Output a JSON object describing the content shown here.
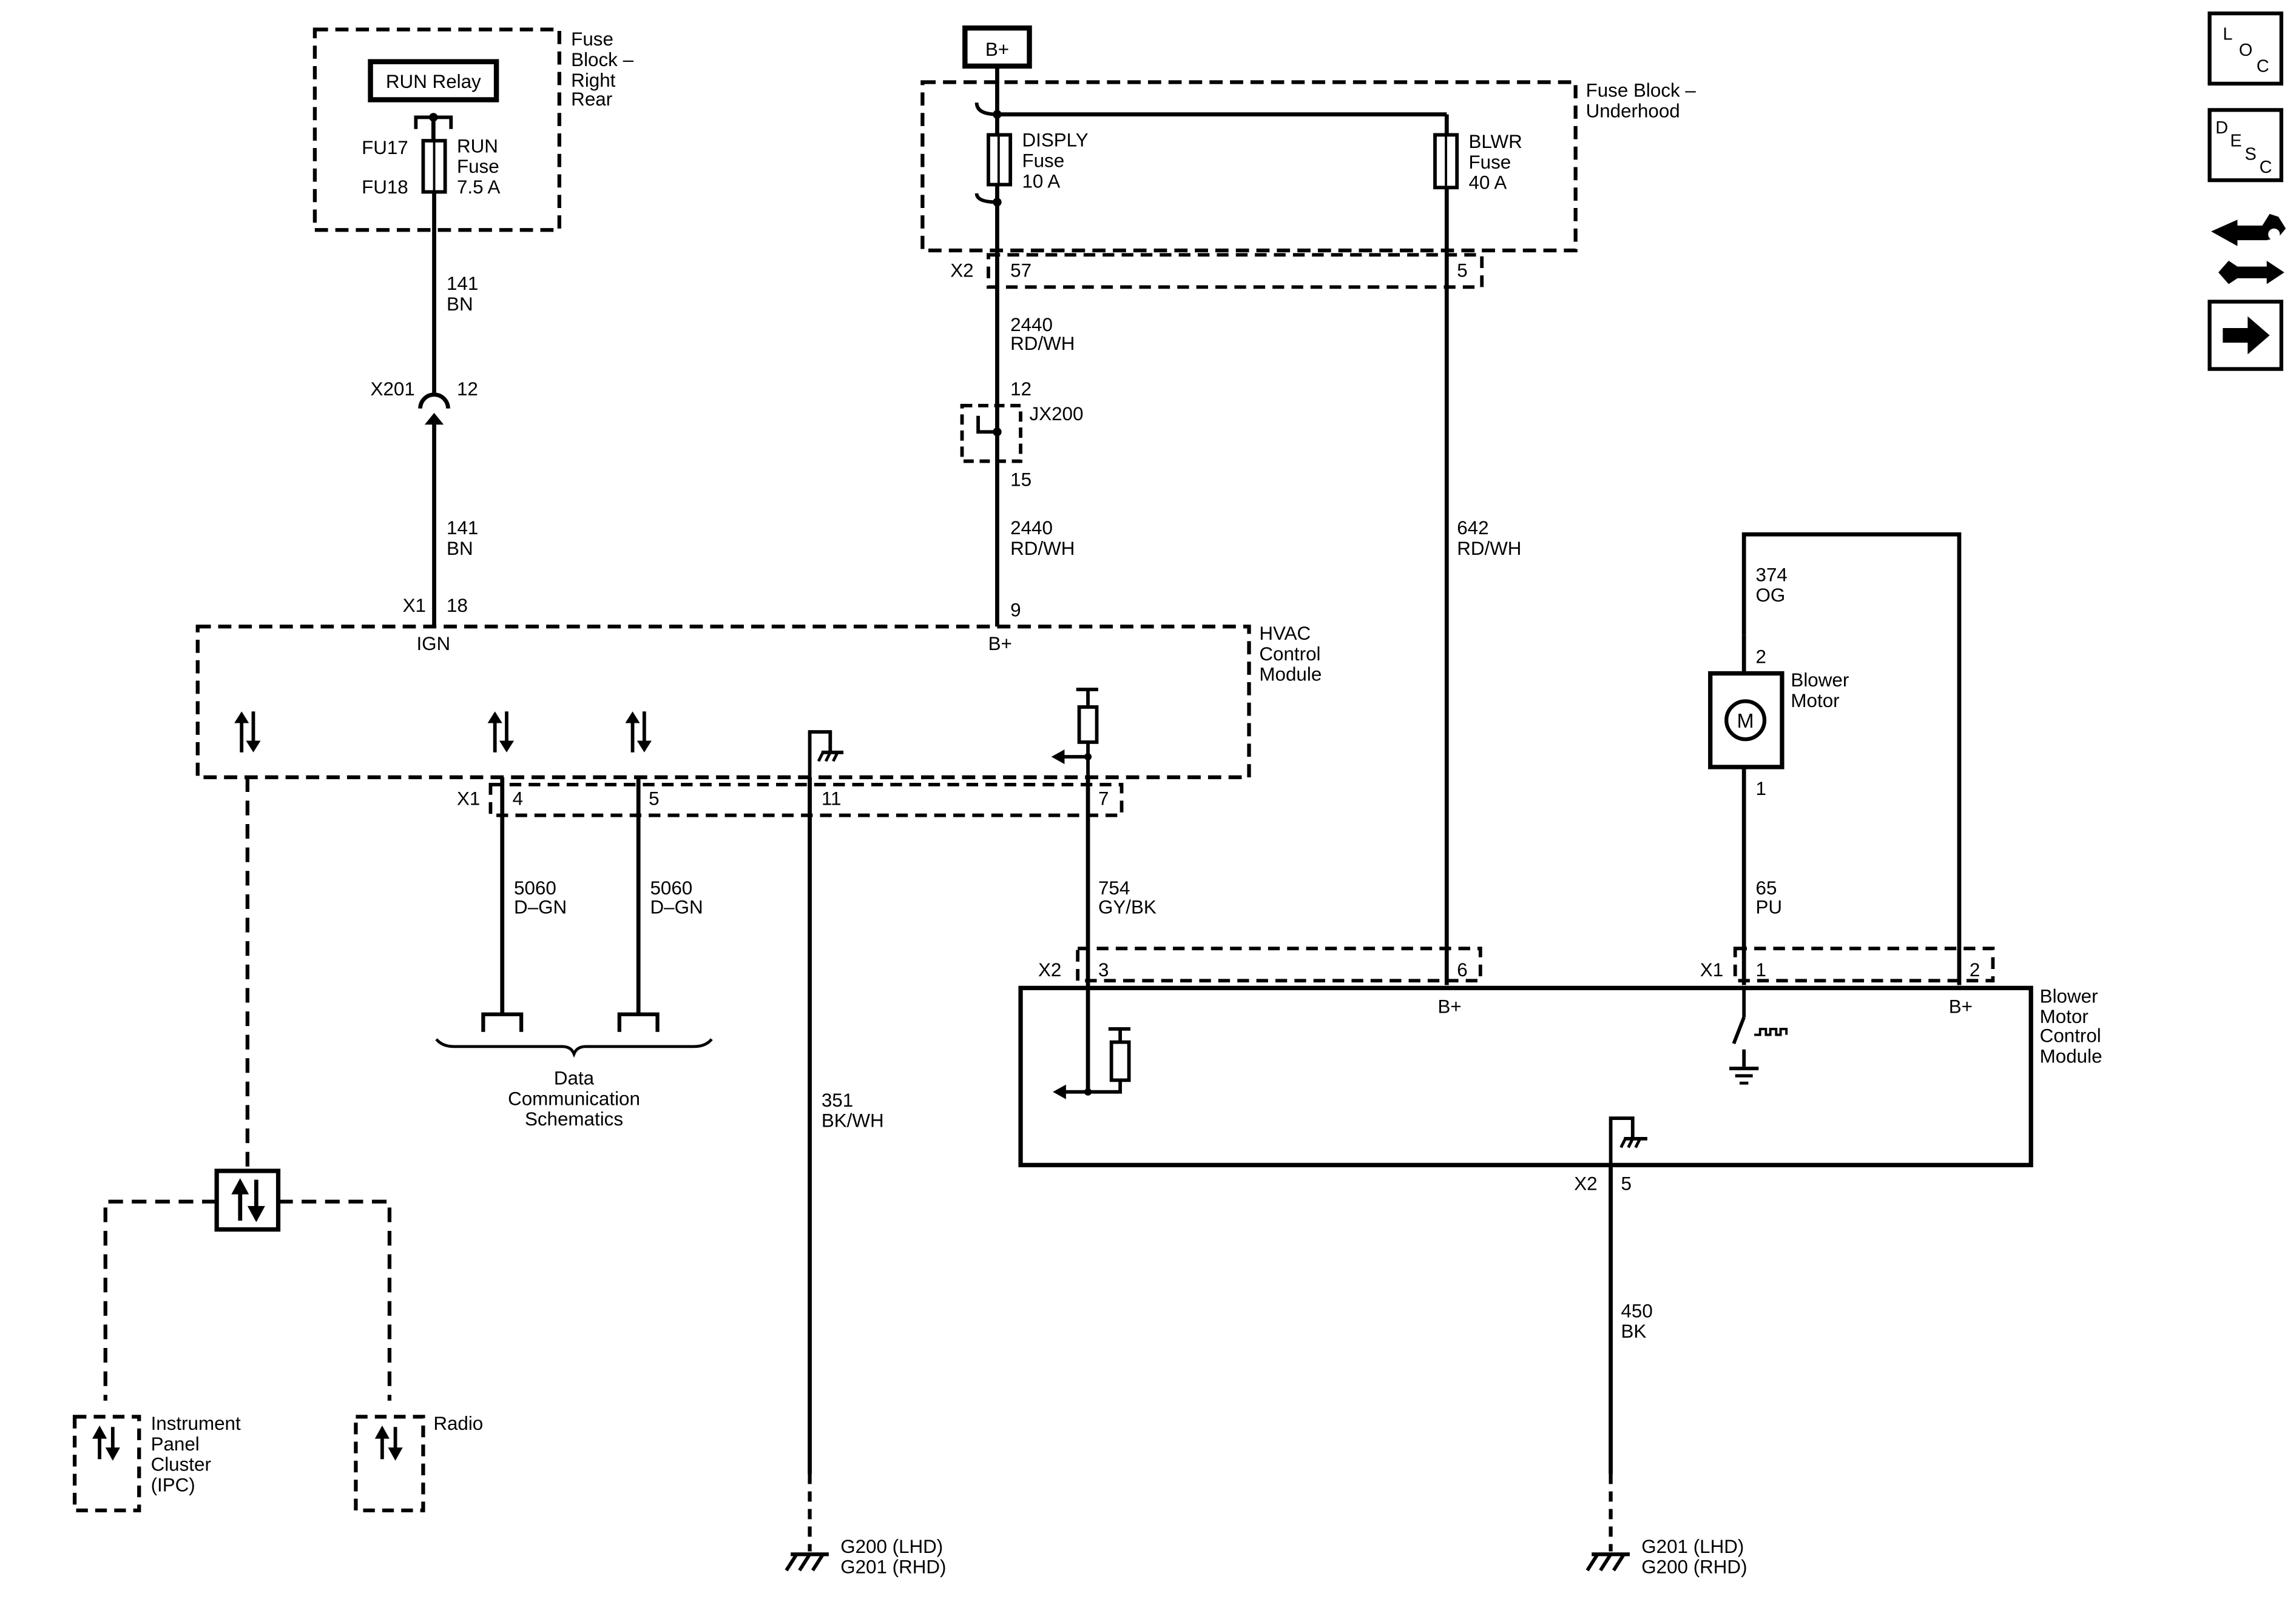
{
  "power_source": "B+",
  "fuse_block_rr": {
    "line1": "Fuse",
    "line2": "Block –",
    "line3": "Right",
    "line4": "Rear"
  },
  "run_relay": "RUN Relay",
  "fu17": "FU17",
  "fu18": "FU18",
  "run_fuse": {
    "line1": "RUN",
    "line2": "Fuse",
    "line3": "7.5 A"
  },
  "wire_141": {
    "circuit": "141",
    "color": "BN"
  },
  "x201": {
    "name": "X201",
    "pin": "12"
  },
  "x1_18": {
    "name": "X1",
    "pin": "18"
  },
  "fuse_block_uh": {
    "line1": "Fuse Block –",
    "line2": "Underhood"
  },
  "disply_fuse": {
    "line1": "DISPLY",
    "line2": "Fuse",
    "line3": "10 A"
  },
  "blwr_fuse": {
    "line1": "BLWR",
    "line2": "Fuse",
    "line3": "40 A"
  },
  "x2_uh": {
    "name": "X2",
    "pin_a": "57",
    "pin_b": "5"
  },
  "wire_2440": {
    "circuit": "2440",
    "color": "RD/WH"
  },
  "jx200": {
    "name": "JX200",
    "pin_top": "12",
    "pin_bottom": "15"
  },
  "wire_642": {
    "circuit": "642",
    "color": "RD/WH"
  },
  "hvac_pin_9": "9",
  "hvac": {
    "ign": "IGN",
    "bplus": "B+",
    "line1": "HVAC",
    "line2": "Control",
    "line3": "Module",
    "x1": "X1",
    "pin4": "4",
    "pin5": "5",
    "pin11": "11",
    "pin7": "7"
  },
  "wire_5060": {
    "circuit": "5060",
    "color": "D–GN"
  },
  "data_comm": {
    "line1": "Data",
    "line2": "Communication",
    "line3": "Schematics"
  },
  "wire_754": {
    "circuit": "754",
    "color": "GY/BK"
  },
  "wire_351": {
    "circuit": "351",
    "color": "BK/WH"
  },
  "ground_left": {
    "line1": "G200 (LHD)",
    "line2": "G201 (RHD)"
  },
  "ipc": {
    "line1": "Instrument",
    "line2": "Panel",
    "line3": "Cluster",
    "line4": "(IPC)"
  },
  "radio": "Radio",
  "wire_374": {
    "circuit": "374",
    "color": "OG"
  },
  "blower_motor": {
    "pin_top": "2",
    "pin_bottom": "1",
    "symbol": "M",
    "line1": "Blower",
    "line2": "Motor"
  },
  "wire_65": {
    "circuit": "65",
    "color": "PU"
  },
  "bmcm": {
    "x2": "X2",
    "pin3": "3",
    "pin6": "6",
    "x1": "X1",
    "pin1": "1",
    "pin2": "2",
    "bplus_a": "B+",
    "bplus_b": "B+",
    "line1": "Blower",
    "line2": "Motor",
    "line3": "Control",
    "line4": "Module",
    "x2_ground": "X2",
    "pin5": "5"
  },
  "wire_450": {
    "circuit": "450",
    "color": "BK"
  },
  "ground_right": {
    "line1": "G201 (LHD)",
    "line2": "G200 (RHD)"
  },
  "side_icons": {
    "loc": {
      "l": "L",
      "o": "O",
      "c": "C"
    },
    "desc": {
      "d": "D",
      "e": "E",
      "s": "S",
      "c": "C"
    },
    "tools_icon": "tools-icon",
    "next_icon": "arrow-right-icon"
  }
}
